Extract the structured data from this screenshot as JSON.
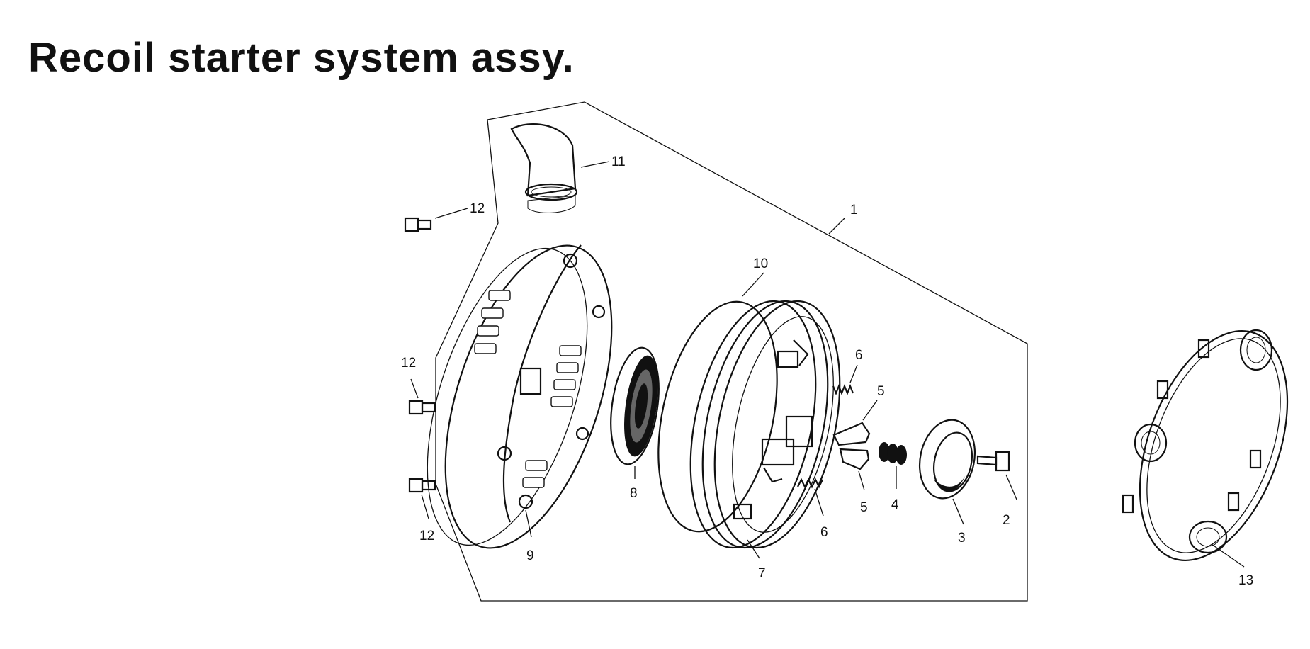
{
  "title": "Recoil starter system assy.",
  "callouts": {
    "c1": "1",
    "c2": "2",
    "c3": "3",
    "c4": "4",
    "c5a": "5",
    "c5b": "5",
    "c6a": "6",
    "c6b": "6",
    "c7": "7",
    "c8": "8",
    "c9": "9",
    "c10": "10",
    "c11": "11",
    "c12a": "12",
    "c12b": "12",
    "c12c": "12",
    "c13": "13"
  }
}
